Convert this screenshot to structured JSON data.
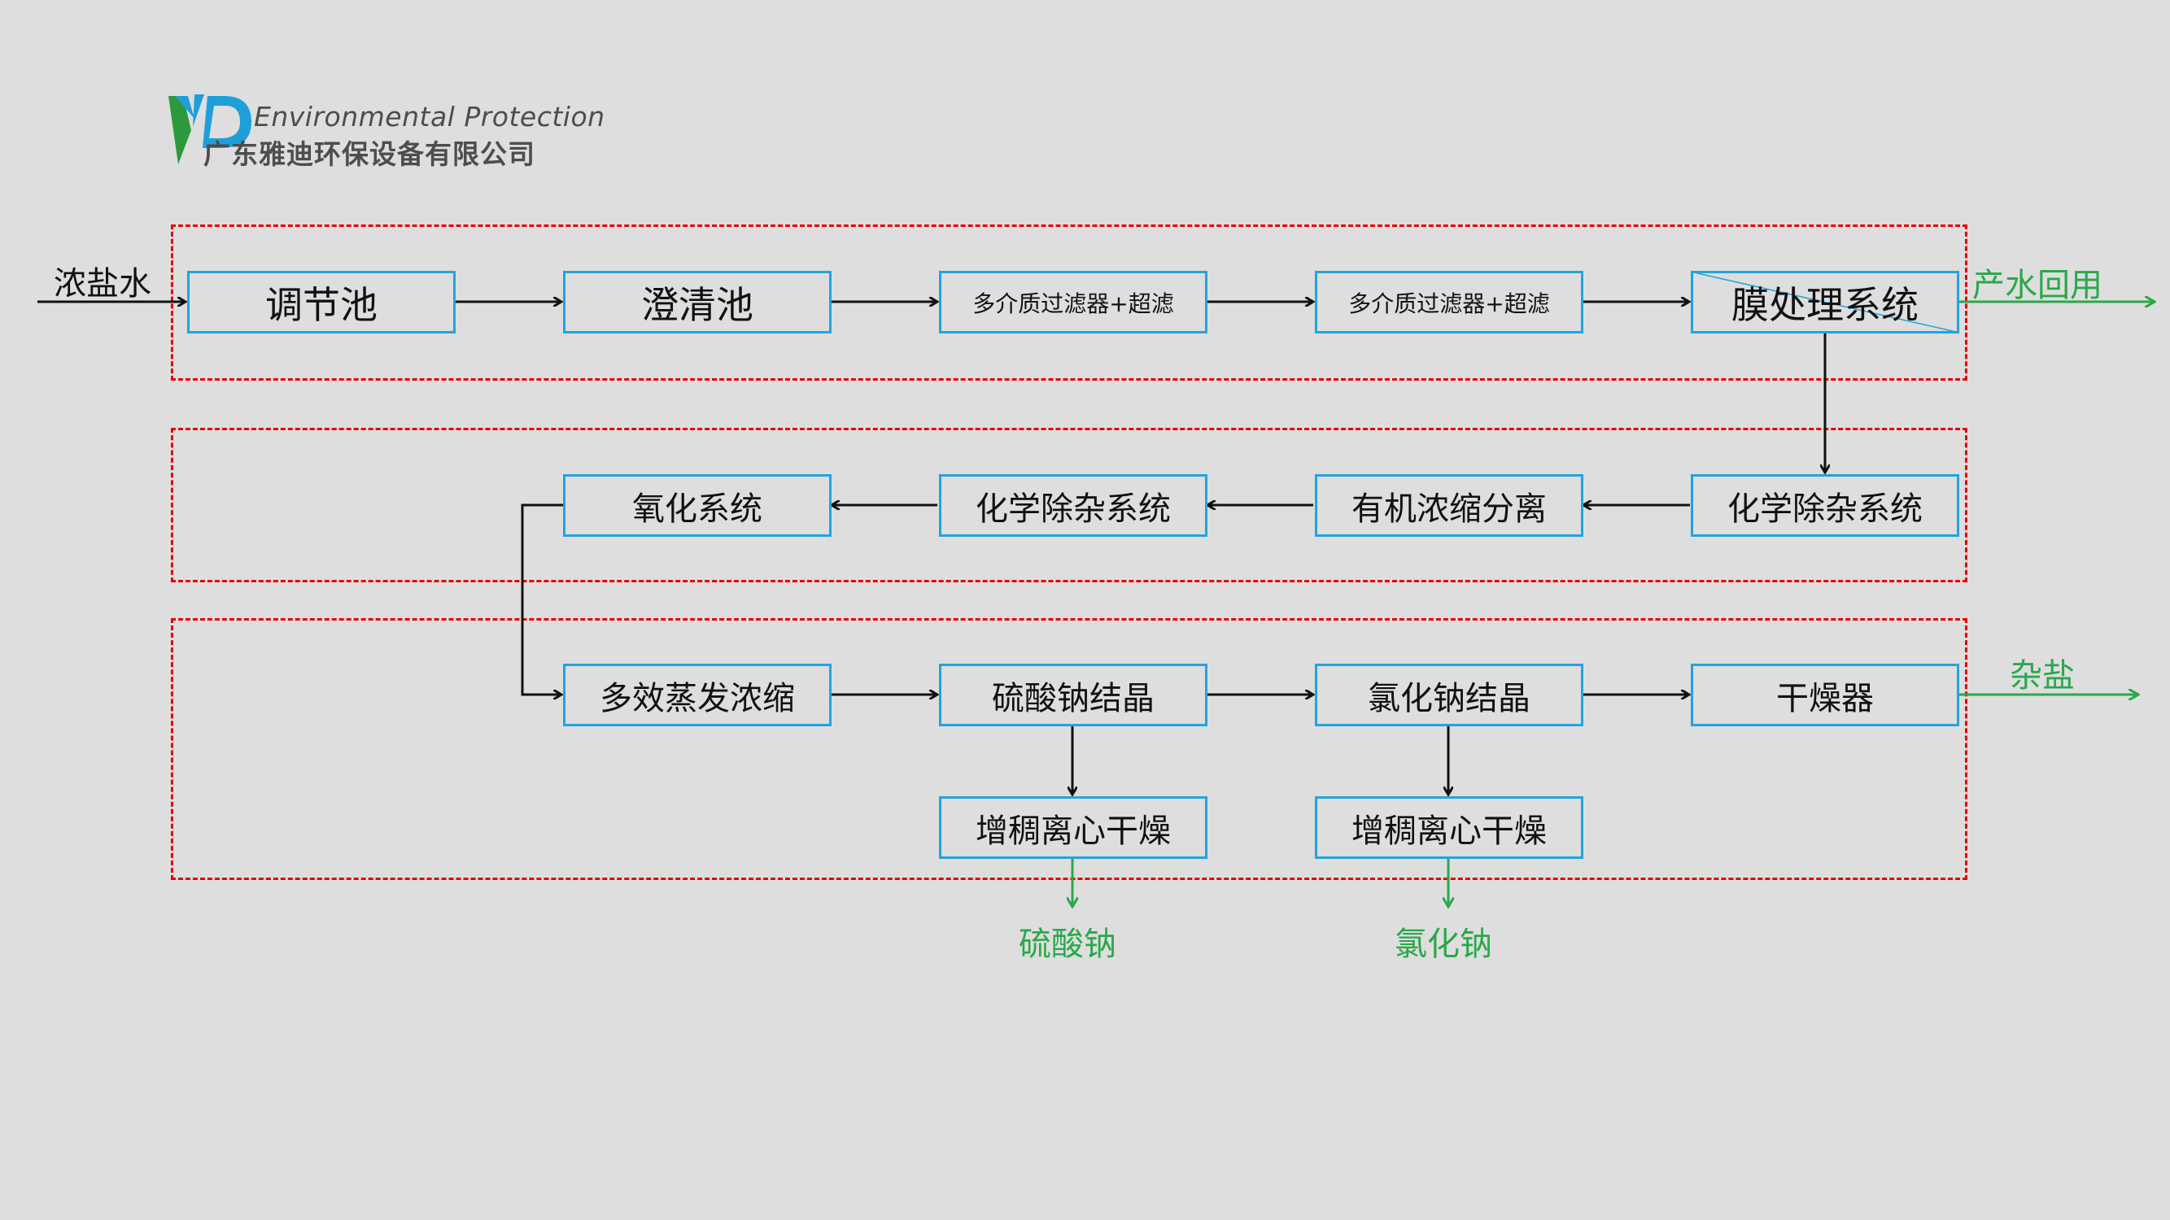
{
  "logo": {
    "mark_letters": "YD",
    "english": "Environmental Protection",
    "chinese": "广东雅迪环保设备有限公司",
    "colors": {
      "blue": "#1f9fd9",
      "green": "#2c9a3c",
      "text": "#4d4d4d"
    }
  },
  "input_label": "浓盐水",
  "row1": {
    "boxes": [
      "调节池",
      "澄清池",
      "多介质过滤器+超滤",
      "多介质过滤器+超滤",
      "膜处理系统"
    ],
    "output": "产水回用"
  },
  "row2": {
    "boxes": [
      "化学除杂系统",
      "有机浓缩分离",
      "化学除杂系统",
      "氧化系统"
    ]
  },
  "row3": {
    "boxes": [
      "多效蒸发浓缩",
      "硫酸钠结晶",
      "氯化钠结晶",
      "干燥器"
    ],
    "output": "杂盐"
  },
  "row4": {
    "boxes": [
      "增稠离心干燥",
      "增稠离心干燥"
    ],
    "outputs": [
      "硫酸钠",
      "氯化钠"
    ]
  },
  "colors": {
    "box_border": "#22a4dd",
    "zone_border": "#e60000",
    "output_text": "#2aa84a",
    "arrow": "#111111",
    "background": "#dedede"
  }
}
